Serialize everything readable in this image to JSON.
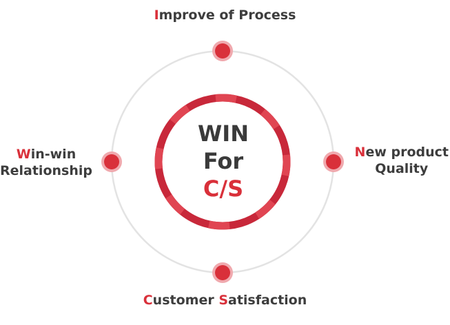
{
  "center": {
    "line1": "WIN",
    "line2": "For",
    "line3": "C/S"
  },
  "nodes": {
    "top": {
      "initial": "I",
      "rest": "mprove of Process"
    },
    "right": {
      "line1_initial": "N",
      "line1_rest": "ew product",
      "line2": "Quality"
    },
    "bottom": {
      "initial1": "C",
      "rest1": "ustomer ",
      "initial2": "S",
      "rest2": "atisfaction"
    },
    "left": {
      "line1_initial": "W",
      "line1_rest": "in-win",
      "line2": "Relationship"
    }
  },
  "colors": {
    "accent": "#d9303a",
    "ring": "#c8283a",
    "ring_light": "#e04552",
    "orbit": "#e3e3e3",
    "node_fill": "#d9303a",
    "node_halo": "#f0a9ae",
    "text": "#3d3d3d"
  }
}
